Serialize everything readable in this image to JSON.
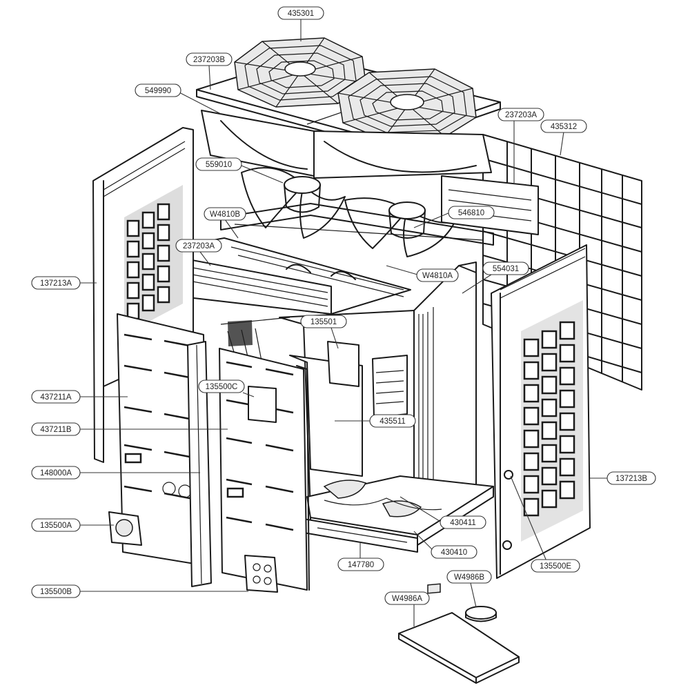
{
  "labels": {
    "l435301": "435301",
    "l237203B": "237203B",
    "l549990": "549990",
    "l237203A_top": "237203A",
    "l435312": "435312",
    "l559010": "559010",
    "lW4810B": "W4810B",
    "l546810": "546810",
    "l237203A_front": "237203A",
    "l554031": "554031",
    "l137213A": "137213A",
    "lW4810A": "W4810A",
    "l135501": "135501",
    "l135500C": "135500C",
    "l437211A": "437211A",
    "l435511": "435511",
    "l437211B": "437211B",
    "l148000A": "148000A",
    "l137213B": "137213B",
    "l135500A": "135500A",
    "l430411": "430411",
    "l430410": "430410",
    "l147780": "147780",
    "l135500E": "135500E",
    "lW4986B": "W4986B",
    "l135500B": "135500B",
    "lW4986A": "W4986A"
  },
  "icons": [
    "fan-guard-icon",
    "fan-blade-icon",
    "fan-motor-icon",
    "side-grille-icon",
    "rear-mesh-icon"
  ]
}
